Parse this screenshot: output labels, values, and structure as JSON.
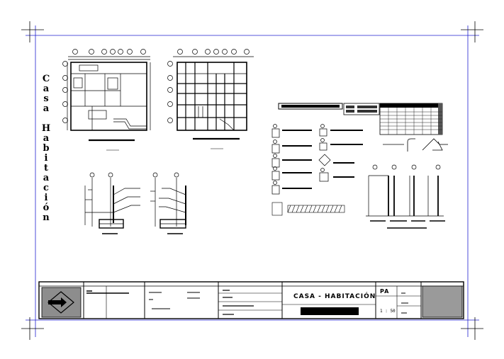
{
  "side_title": {
    "word1": [
      "C",
      "a",
      "s",
      "a"
    ],
    "word2": [
      "H",
      "a",
      "b",
      "i",
      "t",
      "a",
      "c",
      "i",
      "ó",
      "n"
    ]
  },
  "title_block": {
    "project_title": "CASA - HABITACIÓN",
    "sheet_code": "PA",
    "scale_note": "1 : 50"
  },
  "colors": {
    "frame_blue": "#1f1fcf",
    "ink": "#000000",
    "hatch_gray": "#9a9a9a"
  },
  "icons": [
    "logo-diamond-arrow-icon"
  ]
}
